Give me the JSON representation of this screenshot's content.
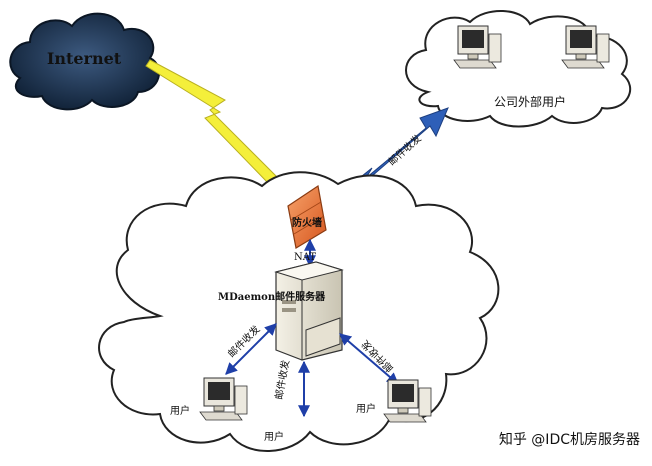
{
  "internet": {
    "label": "Internet"
  },
  "firewall": {
    "label": "防火墙"
  },
  "nat": {
    "label": "NAT"
  },
  "server": {
    "label": "MDaemon邮件服务器"
  },
  "external_users": {
    "label": "公司外部用户"
  },
  "link_external": {
    "label": "邮件收发"
  },
  "link_user_left": {
    "label": "邮件收发"
  },
  "link_user_mid": {
    "label": "邮件收发"
  },
  "link_user_right": {
    "label": "邮件收发"
  },
  "users": {
    "left": "用户",
    "middle": "用户",
    "right": "用户"
  },
  "watermark": {
    "text": "知乎 @IDC机房服务器"
  },
  "colors": {
    "internet_cloud": "#1f3a5a",
    "internet_text": "#c8102e",
    "bolt": "#f4ef3a",
    "firewall": "#e9783a",
    "arrow_blue": "#2e5fb8",
    "link_blue": "#1f3fa8"
  }
}
